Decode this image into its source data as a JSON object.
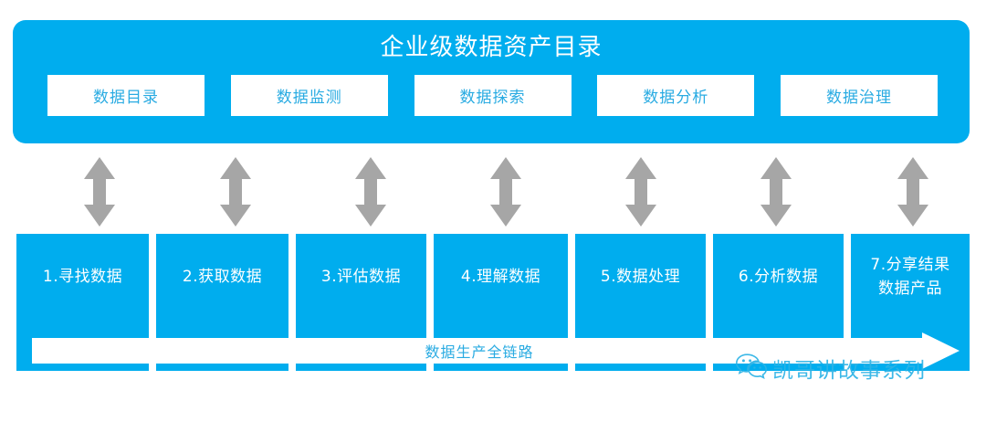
{
  "platform": {
    "title": "企业级数据资产目录",
    "accent_color": "#00adee",
    "chip_text_color": "#29abe2",
    "modules": [
      {
        "label": "数据目录"
      },
      {
        "label": "数据监测"
      },
      {
        "label": "数据探索"
      },
      {
        "label": "数据分析"
      },
      {
        "label": "数据治理"
      }
    ]
  },
  "connectors": {
    "icon": "double-headed-vertical-arrow",
    "color": "#a6a6a6",
    "count": 7
  },
  "pipeline": {
    "steps": [
      {
        "label": "1.寻找数据"
      },
      {
        "label": "2.获取数据"
      },
      {
        "label": "3.评估数据"
      },
      {
        "label": "4.理解数据"
      },
      {
        "label": "5.数据处理"
      },
      {
        "label": "6.分析数据"
      },
      {
        "label": "7.分享结果\n数据产品"
      }
    ],
    "banner_label": "数据生产全链路",
    "banner_arrow_direction": "right"
  },
  "watermark": {
    "icon": "wechat-icon",
    "text": "凯哥讲故事系列",
    "color": "#2cb3e6"
  }
}
